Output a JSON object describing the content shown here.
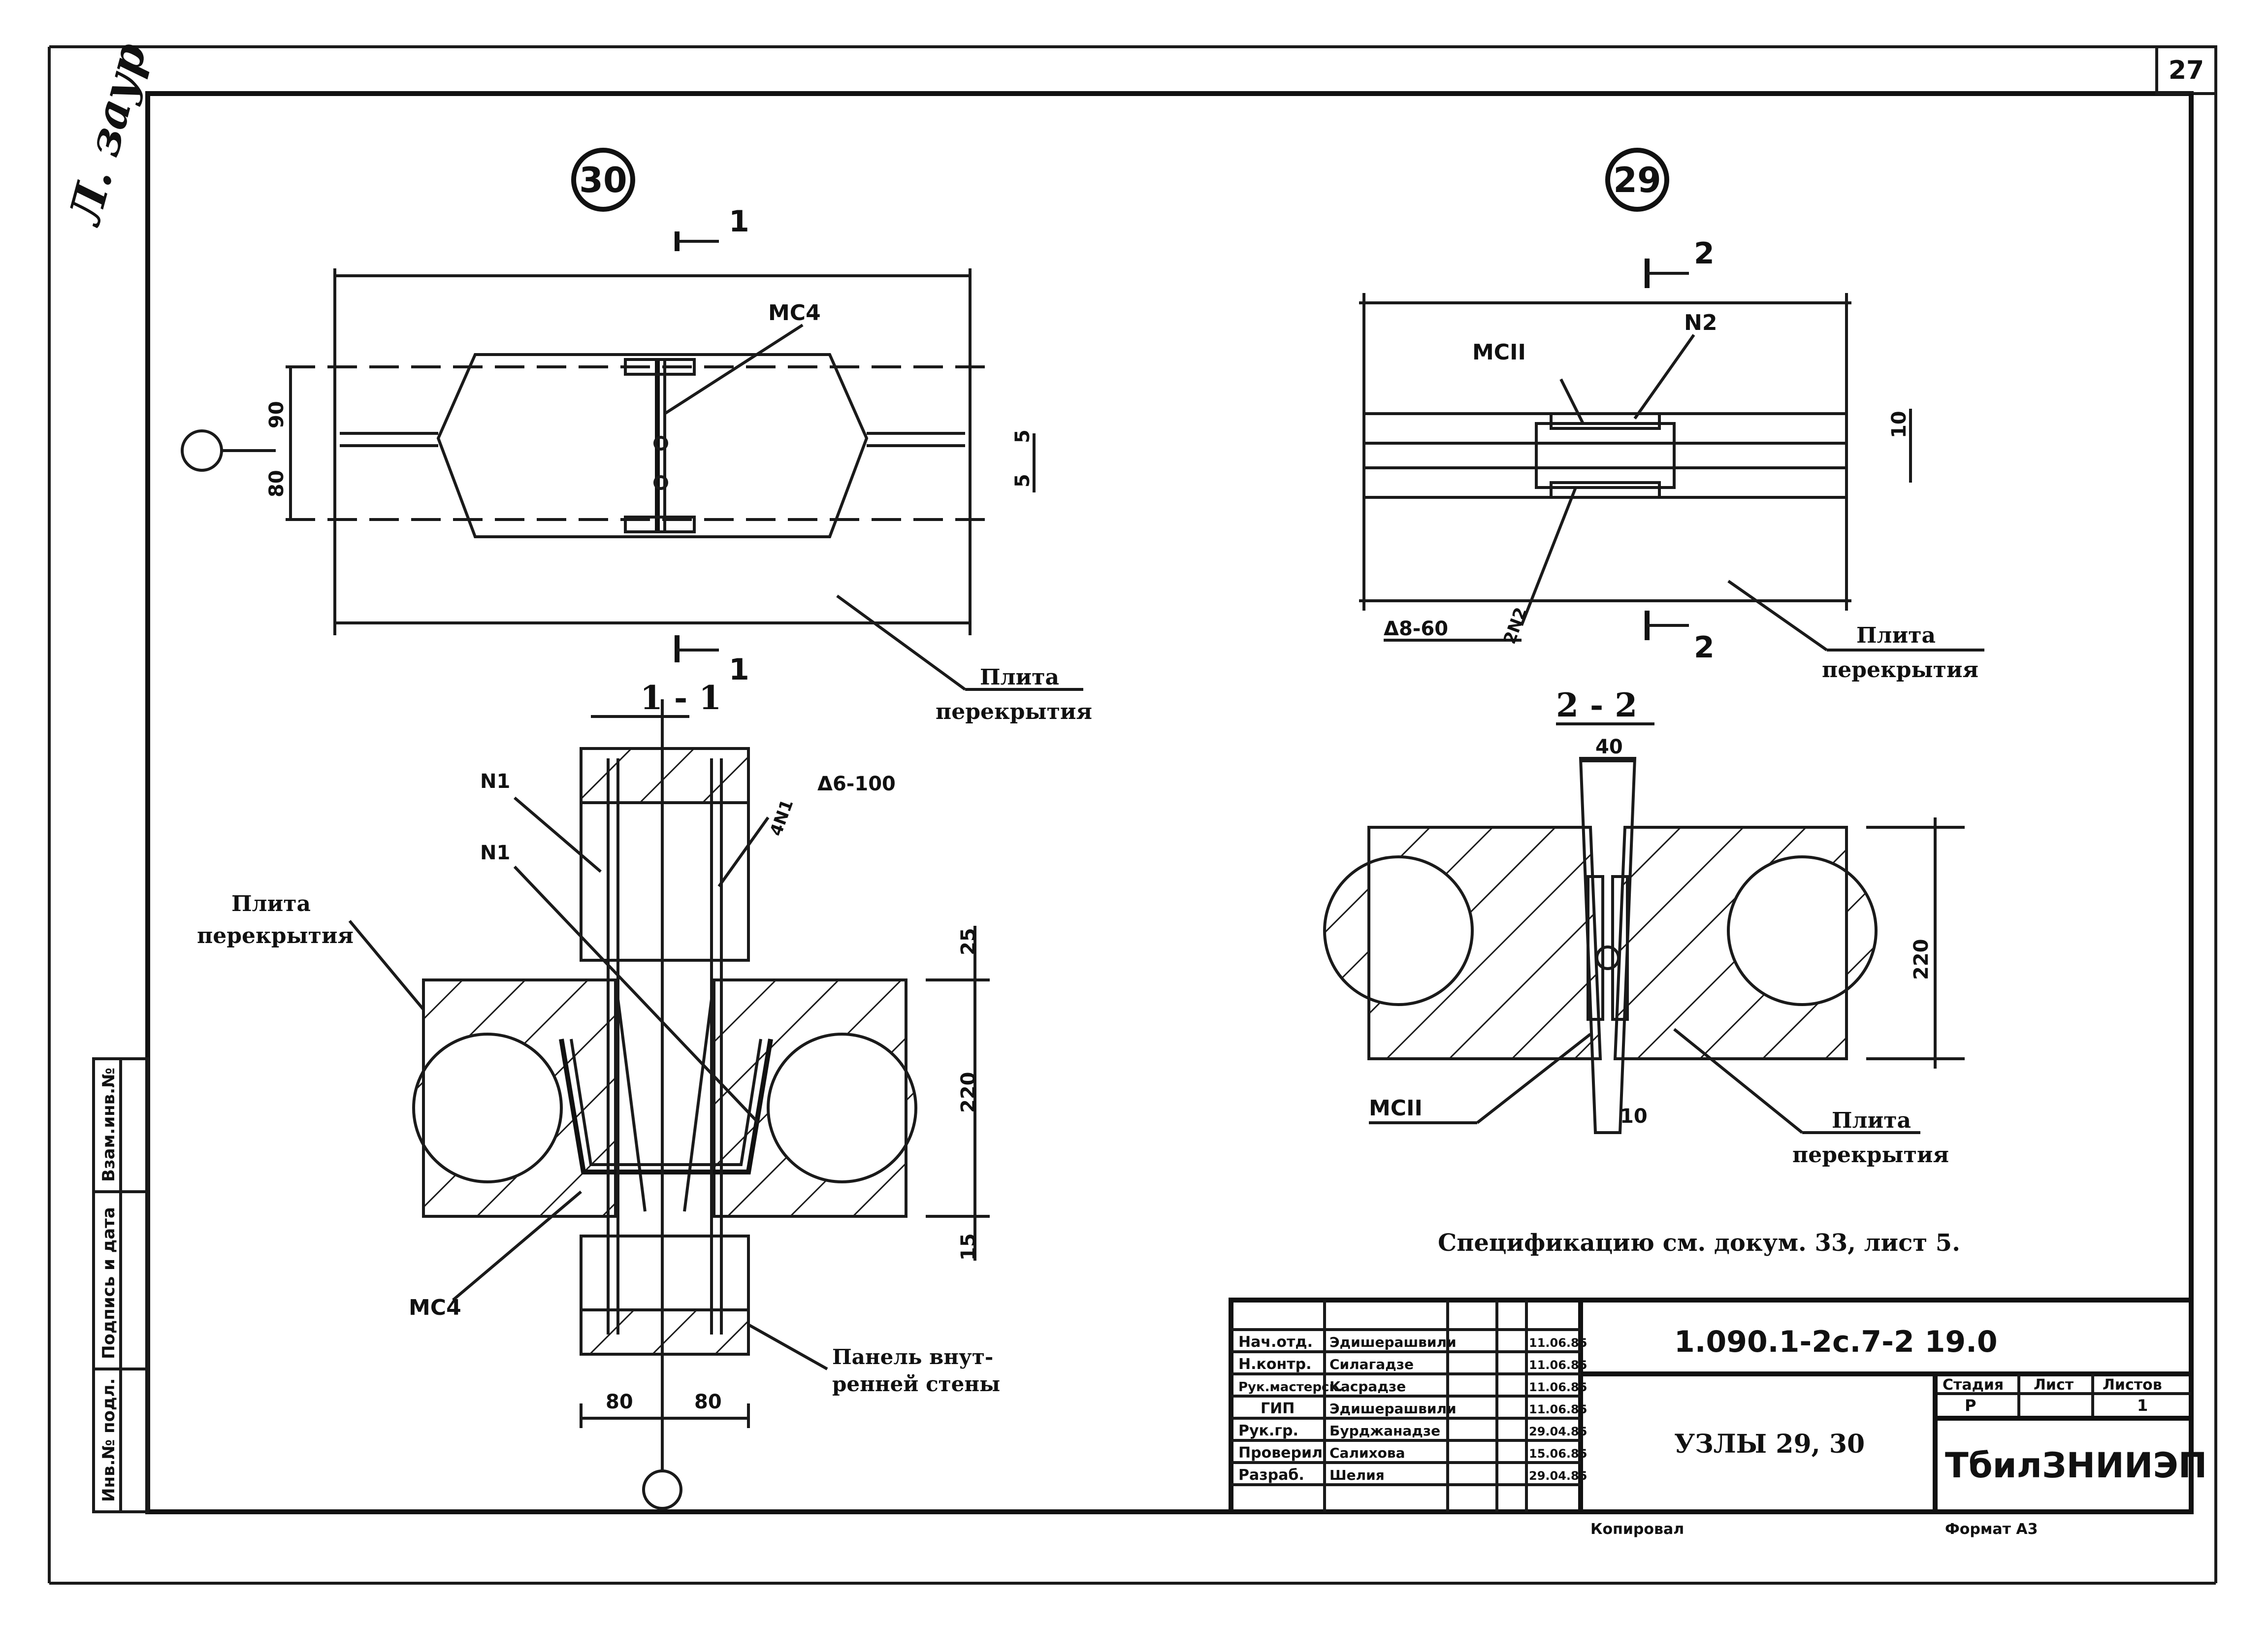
{
  "sheet": {
    "sheet_number": "27",
    "handwritten_note": "Л. заур",
    "format_label": "Формат А3",
    "copied_label": "Копировал"
  },
  "node_30": {
    "marker": "30",
    "section_mark": "1",
    "label_mc4_top": "МС4",
    "dim_90": "90",
    "dim_80": "80",
    "dim_5a": "5",
    "dim_5b": "5",
    "slab_label_line1": "Плита",
    "slab_label_line2": "перекрытия"
  },
  "node_29": {
    "marker": "29",
    "section_mark": "2",
    "label_mc11": "МСII",
    "label_n2": "N2",
    "dim_10": "10",
    "weld_note": "Δ8-60",
    "weld_count": "2N2",
    "slab_label_line1": "Плита",
    "slab_label_line2": "перекрытия"
  },
  "section_1_1": {
    "title": "1 - 1",
    "label_n1_a": "N1",
    "label_n1_b": "N1",
    "label_4n1": "4N1",
    "weld_note": "Δ6-100",
    "slab_label_line1": "Плита",
    "slab_label_line2": "перекрытия",
    "dim_25": "25",
    "dim_220": "220",
    "dim_15": "15",
    "label_mc4": "МС4",
    "panel_label_line1": "Панель внут-",
    "panel_label_line2": "ренней стены",
    "dim_80a": "80",
    "dim_80b": "80"
  },
  "section_2_2": {
    "title": "2 - 2",
    "dim_40": "40",
    "dim_220": "220",
    "dim_10": "10",
    "label_mc11": "МСII",
    "slab_label_line1": "Плита",
    "slab_label_line2": "перекрытия"
  },
  "spec_note": "Спецификацию см. докум. 33, лист 5.",
  "title_block": {
    "roles": [
      "Нач.отд.",
      "Н.контр.",
      "Рук.мастерск.",
      "ГИП",
      "Рук.гр.",
      "Проверил",
      "Разраб."
    ],
    "names": [
      "Эдишерашвили",
      "Силагадзе",
      "Касрадзе",
      "Эдишерашвили",
      "Бурджанадзе",
      "Салихова",
      "Шелия"
    ],
    "dates": [
      "11.06.85",
      "11.06.85",
      "11.06.85",
      "11.06.85",
      "29.04.85",
      "15.06.85",
      "29.04.85"
    ],
    "doc_code": "1.090.1-2с.7-2   19.0",
    "title": "УЗЛЫ 29, 30",
    "stage_header": "Стадия",
    "sheet_header": "Лист",
    "sheets_header": "Листов",
    "stage_value": "Р",
    "sheets_value": "1",
    "organization": "ТбилЗНИИЭП"
  },
  "side_stamp": {
    "inv_original": "Инв.№ подл.",
    "sign_date": "Подпись и дата",
    "replace_inv": "Взам.инв.№"
  }
}
